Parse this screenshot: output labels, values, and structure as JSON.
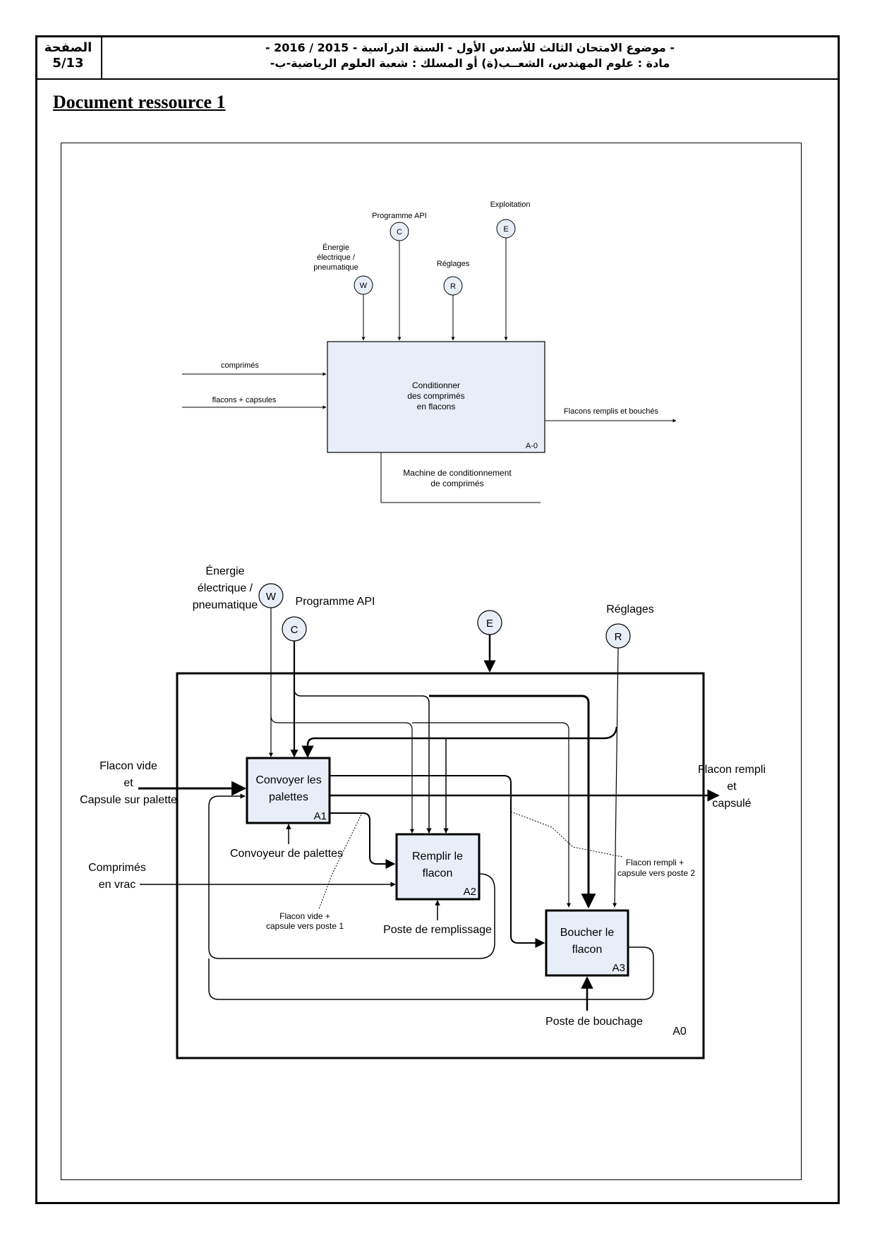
{
  "header": {
    "page_label": "الصفحة",
    "page_number": "5/13",
    "line1": "- موضوع الامتحان الثالث للأسدس الأول - السنة الدراسية - 2015 / 2016 -",
    "line2": "مادة : علوم المهندس، الشعــب(ة) أو المسلك : شعبة العلوم الرياضية-ب-"
  },
  "document_title": "Document ressource 1",
  "diagram_a0_context": {
    "controls": {
      "programme": {
        "label": "Programme API",
        "code": "C"
      },
      "exploitation": {
        "label": "Exploitation",
        "code": "E"
      },
      "energie": {
        "label_lines": [
          "Énergie",
          "électrique /",
          "pneumatique"
        ],
        "code": "W"
      },
      "reglages": {
        "label": "Réglages",
        "code": "R"
      }
    },
    "inputs": [
      "comprimés",
      "flacons + capsules"
    ],
    "box_lines": [
      "Conditionner",
      "des comprimés",
      "en flacons"
    ],
    "box_id": "A-0",
    "output": "Flacons remplis et bouchés",
    "mechanism_lines": [
      "Machine de conditionnement",
      "de comprimés"
    ]
  },
  "diagram_a0": {
    "controls": {
      "energie": {
        "label_lines": [
          "Énergie",
          "électrique /",
          "pneumatique"
        ],
        "code": "W"
      },
      "programme": {
        "label": "Programme API",
        "code": "C"
      },
      "exploitation": {
        "code": "E"
      },
      "reglages": {
        "label": "Réglages",
        "code": "R"
      }
    },
    "input_flacon_lines": [
      "Flacon vide",
      "et",
      "Capsule sur palette"
    ],
    "input_comprimes_lines": [
      "Comprimés",
      "en vrac"
    ],
    "output_lines": [
      "Flacon rempli",
      "et",
      "capsulé"
    ],
    "boxes": {
      "a1": {
        "lines": [
          "Convoyer les",
          "palettes"
        ],
        "id": "A1"
      },
      "a2": {
        "lines": [
          "Remplir le",
          "flacon"
        ],
        "id": "A2"
      },
      "a3": {
        "lines": [
          "Boucher le",
          "flacon"
        ],
        "id": "A3"
      }
    },
    "mechanisms": {
      "a1": "Convoyeur de palettes",
      "a2": "Poste de remplissage",
      "a3": "Poste de bouchage"
    },
    "notes": {
      "poste1_lines": [
        "Flacon vide +",
        "capsule vers  poste 1"
      ],
      "poste2_lines": [
        "Flacon rempli +",
        "capsule vers poste 2"
      ]
    },
    "diagram_id": "A0"
  },
  "colors": {
    "box_fill": "#e8eef8",
    "stroke": "#000000"
  }
}
